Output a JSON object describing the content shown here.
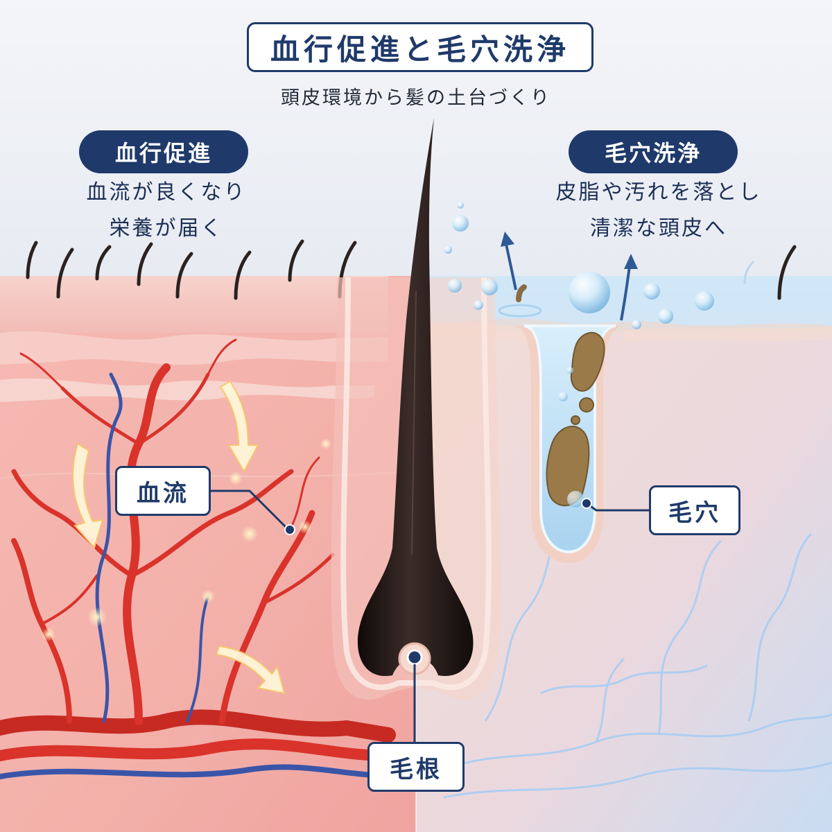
{
  "title": "血行促進と毛穴洗浄",
  "subtitle": "頭皮環境から髪の土台づくり",
  "left": {
    "heading": "血行促進",
    "description": [
      "血流が良くなり",
      "栄養が届く"
    ],
    "callout": "血流"
  },
  "right": {
    "heading": "毛穴洗浄",
    "description": [
      "皮脂や汚れを落とし",
      "清潔な頭皮へ"
    ],
    "callout": "毛穴"
  },
  "center": {
    "callout": "毛根"
  },
  "colors": {
    "navy": "#1f3a6a",
    "warm_skin": "#f2b3ad",
    "cool_skin": "#f0d6cf",
    "artery": "#d9332b",
    "vein": "#3a55a8",
    "water": "#bfe0f5",
    "hair": "#1c1412",
    "sebum": "#9a7a48"
  }
}
